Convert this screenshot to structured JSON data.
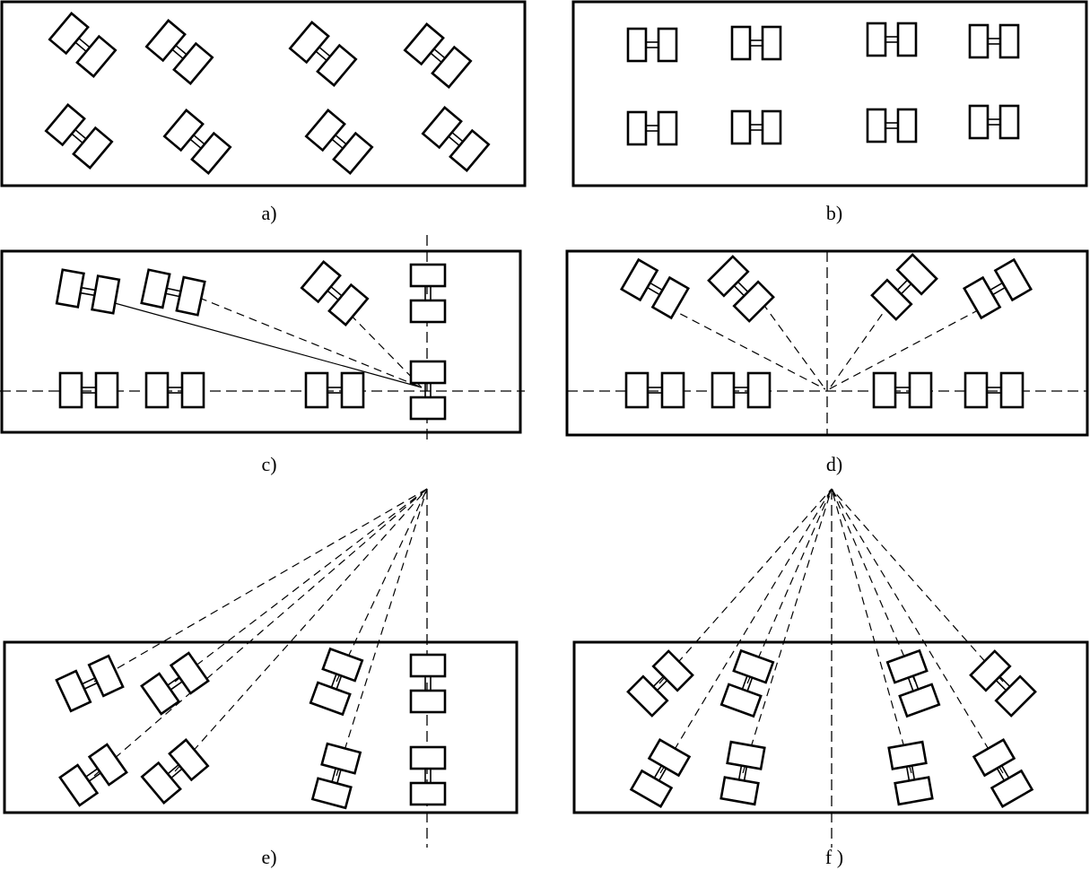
{
  "diagram": {
    "panels": [
      {
        "id": "a",
        "caption": "a)",
        "units": [
          {
            "angle": 40
          },
          {
            "angle": 40
          },
          {
            "angle": 40
          },
          {
            "angle": 40
          },
          {
            "angle": 40
          },
          {
            "angle": 40
          },
          {
            "angle": 40
          },
          {
            "angle": 40
          }
        ]
      },
      {
        "id": "b",
        "caption": "b)",
        "units": [
          {
            "angle": 0
          },
          {
            "angle": 0
          },
          {
            "angle": 0
          },
          {
            "angle": 0
          },
          {
            "angle": 0
          },
          {
            "angle": 0
          },
          {
            "angle": 0
          },
          {
            "angle": 0
          }
        ]
      },
      {
        "id": "c",
        "caption": "c)",
        "units": [
          {
            "angle": 10
          },
          {
            "angle": 12
          },
          {
            "angle": 40
          },
          {
            "angle": 90
          },
          {
            "angle": 0
          },
          {
            "angle": 0
          },
          {
            "angle": 0
          },
          {
            "angle": 90
          }
        ]
      },
      {
        "id": "d",
        "caption": "d)",
        "units": [
          {
            "angle": 30
          },
          {
            "angle": 45
          },
          {
            "angle": -45
          },
          {
            "angle": -30
          },
          {
            "angle": 0
          },
          {
            "angle": 0
          },
          {
            "angle": 0
          },
          {
            "angle": 0
          }
        ]
      },
      {
        "id": "e",
        "caption": "e)",
        "units": [
          {
            "angle": -25
          },
          {
            "angle": -35
          },
          {
            "angle": -70
          },
          {
            "angle": 90
          },
          {
            "angle": -35
          },
          {
            "angle": -40
          },
          {
            "angle": -75
          },
          {
            "angle": 90
          }
        ]
      },
      {
        "id": "f",
        "caption": "f )",
        "units": [
          {
            "angle": -45
          },
          {
            "angle": -70
          },
          {
            "angle": 70
          },
          {
            "angle": 45
          },
          {
            "angle": -60
          },
          {
            "angle": -80
          },
          {
            "angle": 80
          },
          {
            "angle": 60
          }
        ]
      }
    ]
  }
}
